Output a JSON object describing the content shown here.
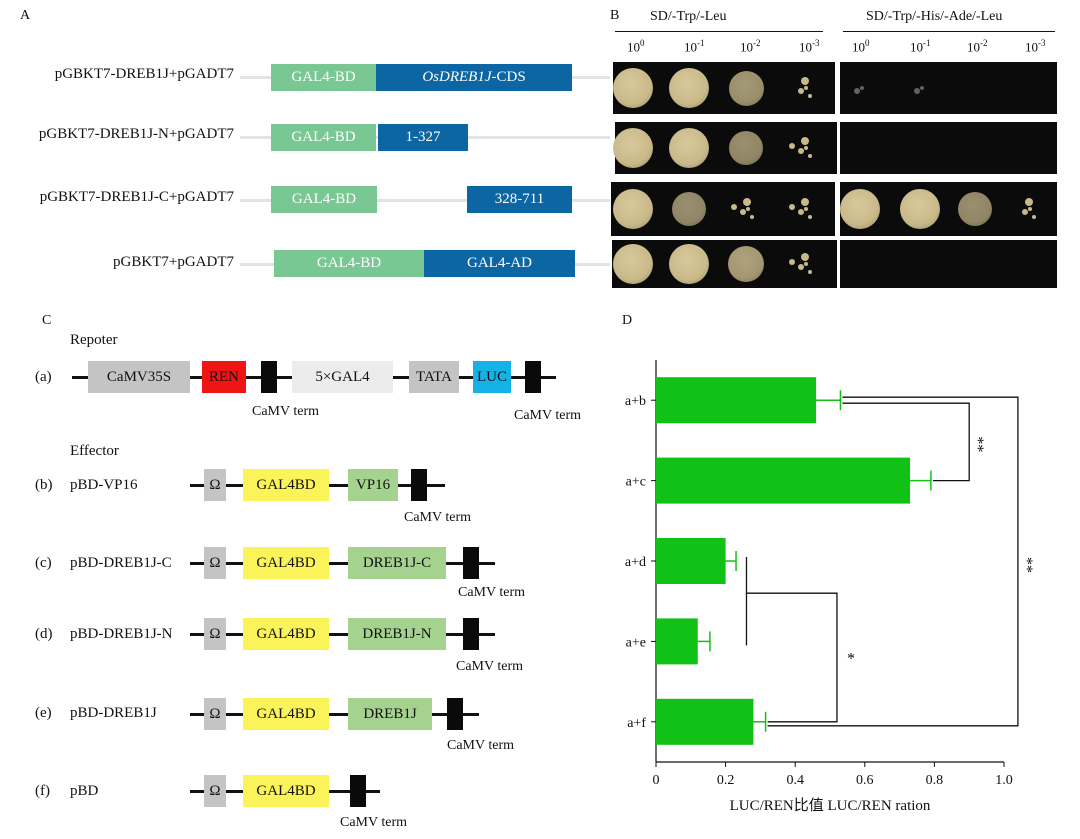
{
  "panels": {
    "a": "A",
    "b": "B",
    "c": "C",
    "d": "D"
  },
  "panel_a": {
    "rows": [
      {
        "label": "pGBKT7-DREB1J+pGADT7",
        "bd": "GAL4-BD",
        "seg_italic": "OsDREB1J",
        "seg_rest": "-CDS"
      },
      {
        "label": "pGBKT7-DREB1J-N+pGADT7",
        "bd": "GAL4-BD",
        "seg": "1-327"
      },
      {
        "label": "pGBKT7-DREB1J-C+pGADT7",
        "bd": "GAL4-BD",
        "seg": "328-711"
      },
      {
        "label": "pGBKT7+pGADT7",
        "bd": "GAL4-BD",
        "seg": "GAL4-AD"
      }
    ]
  },
  "panel_b": {
    "media": [
      "SD/-Trp/-Leu",
      "SD/-Trp/-His/-Ade/-Leu"
    ],
    "dilutions": [
      {
        "base": "10",
        "exp": "0"
      },
      {
        "base": "10",
        "exp": "-1"
      },
      {
        "base": "10",
        "exp": "-2"
      },
      {
        "base": "10",
        "exp": "-3"
      }
    ],
    "growth_levels": {
      "left": [
        [
          1,
          1,
          0.75,
          0.35
        ],
        [
          1,
          1,
          0.7,
          0.45
        ],
        [
          1,
          0.7,
          0.4,
          0.4
        ],
        [
          1,
          1,
          0.8,
          0.4
        ]
      ],
      "right": [
        [
          0.15,
          0.05,
          0,
          0
        ],
        [
          0,
          0,
          0,
          0
        ],
        [
          1,
          1,
          0.7,
          0.35
        ],
        [
          0,
          0,
          0,
          0
        ]
      ]
    },
    "colors": {
      "colony": "#c9b98a",
      "plate": "#0b0b0b"
    }
  },
  "panel_c": {
    "reporter_title": "Repoter",
    "effector_title": "Effector",
    "reporter": {
      "id": "(a)",
      "parts": [
        "CaMV35S",
        "REN",
        "5×GAL4",
        "TATA",
        "LUC"
      ],
      "term1": "CaMV term",
      "term2": "CaMV term"
    },
    "effectors": [
      {
        "id": "(b)",
        "name": "pBD-VP16",
        "omega": "Ω",
        "gal": "GAL4BD",
        "seg": "VP16",
        "term": "CaMV term"
      },
      {
        "id": "(c)",
        "name": "pBD-DREB1J-C",
        "omega": "Ω",
        "gal": "GAL4BD",
        "seg": "DREB1J-C",
        "term": "CaMV term"
      },
      {
        "id": "(d)",
        "name": "pBD-DREB1J-N",
        "omega": "Ω",
        "gal": "GAL4BD",
        "seg": "DREB1J-N",
        "term": "CaMV term"
      },
      {
        "id": "(e)",
        "name": "pBD-DREB1J",
        "omega": "Ω",
        "gal": "GAL4BD",
        "seg": "DREB1J",
        "term": "CaMV term"
      },
      {
        "id": "(f)",
        "name": "pBD",
        "omega": "Ω",
        "gal": "GAL4BD",
        "term": "CaMV term"
      }
    ],
    "colors": {
      "grey": "#c4c4c4",
      "ren": "#f01414",
      "gal4": "#ececec",
      "luc": "#16b1e6",
      "gal4bd": "#fbf35a",
      "seg": "#a6d28f"
    }
  },
  "chart_data": {
    "type": "bar",
    "orientation": "horizontal",
    "categories": [
      "a+b",
      "a+c",
      "a+d",
      "a+e",
      "a+f"
    ],
    "values": [
      0.46,
      0.73,
      0.2,
      0.12,
      0.28
    ],
    "errors": [
      0.07,
      0.06,
      0.03,
      0.035,
      0.035
    ],
    "xlabel": "LUC/REN比值 LUC/REN ration",
    "xlim": [
      0,
      1.0
    ],
    "xticks": [
      "0",
      "0.2",
      "0.4",
      "0.6",
      "0.8",
      "1.0"
    ],
    "bar_color": "#12c116",
    "significance": [
      {
        "groups": [
          "a+b",
          "a+c"
        ],
        "label": "**"
      },
      {
        "groups": [
          "a+d",
          "a+e",
          "a+f"
        ],
        "label": "*"
      },
      {
        "groups": [
          "a+b",
          "a+f"
        ],
        "label": "**"
      }
    ]
  }
}
